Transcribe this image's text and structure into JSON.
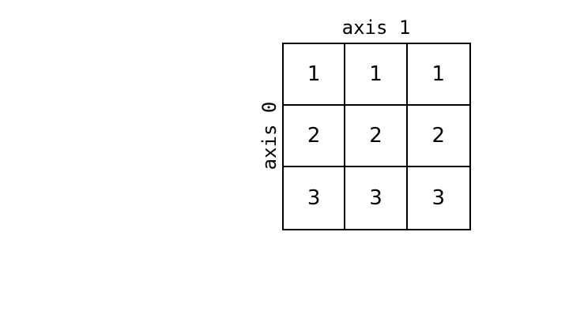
{
  "labels": {
    "axis_1": "axis 1",
    "axis_0": "axis 0"
  },
  "grid": {
    "rows": [
      [
        "1",
        "1",
        "1"
      ],
      [
        "2",
        "2",
        "2"
      ],
      [
        "3",
        "3",
        "3"
      ]
    ]
  },
  "colors": {
    "line": "#000000",
    "background": "#ffffff"
  }
}
